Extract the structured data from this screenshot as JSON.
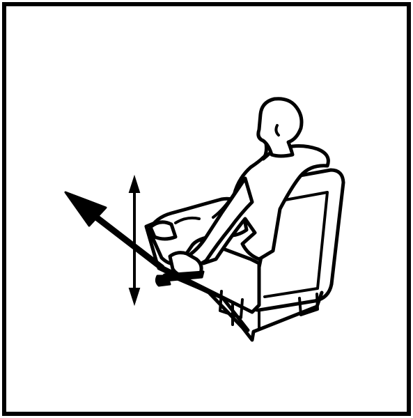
{
  "figure": {
    "subject": "seated-person-seat-adjustment-lever",
    "arrows": {
      "pull": "pull-forward-arrow",
      "vertical": "up-down-double-arrow"
    },
    "colors": {
      "ink": "#000000",
      "paper": "#ffffff"
    }
  }
}
